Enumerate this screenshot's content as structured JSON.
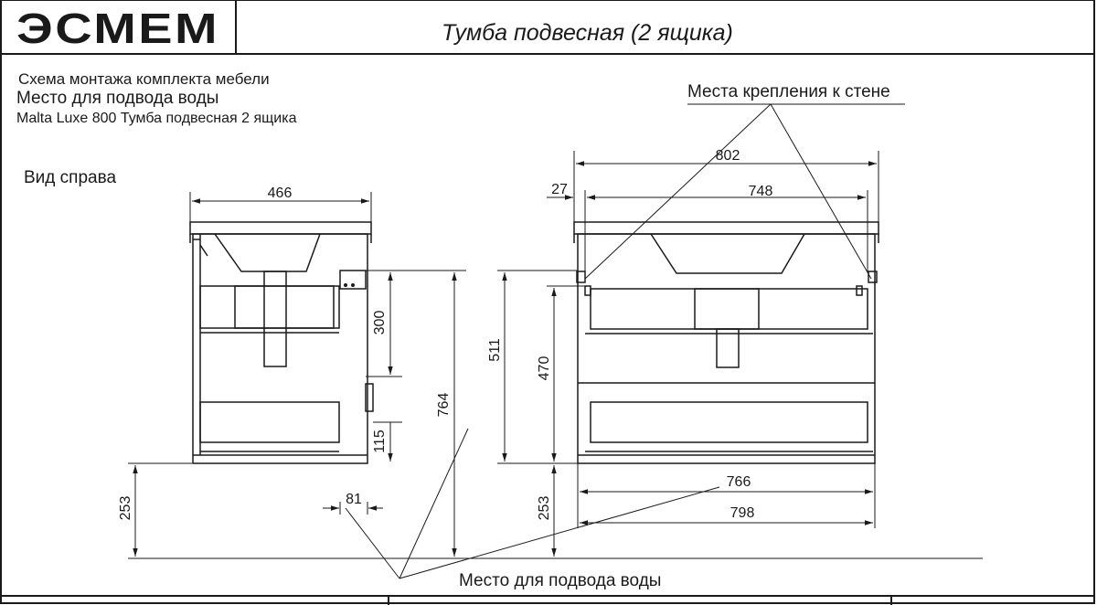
{
  "header": {
    "brand": "ЭСМЕМ",
    "title": "Тумба подвесная (2 ящика)"
  },
  "notes": {
    "line1": "Схема монтажа комплекта мебели",
    "line2": "Место для подвода воды",
    "line3": "Malta Luxe  800 Тумба подвесная 2 ящика"
  },
  "side_view": {
    "label": "Вид справа"
  },
  "callouts": {
    "wall_mounts": "Места крепления к стене",
    "water_supply": "Место для подвода воды"
  },
  "dimensions": {
    "side_depth": "466",
    "height_300": "300",
    "height_115": "115",
    "height_764": "764",
    "height_511": "511",
    "height_470": "470",
    "floor_left": "253",
    "floor_right": "253",
    "offset_81": "81",
    "width_802": "802",
    "width_748": "748",
    "inset_27": "27",
    "width_766": "766",
    "width_798": "798"
  }
}
